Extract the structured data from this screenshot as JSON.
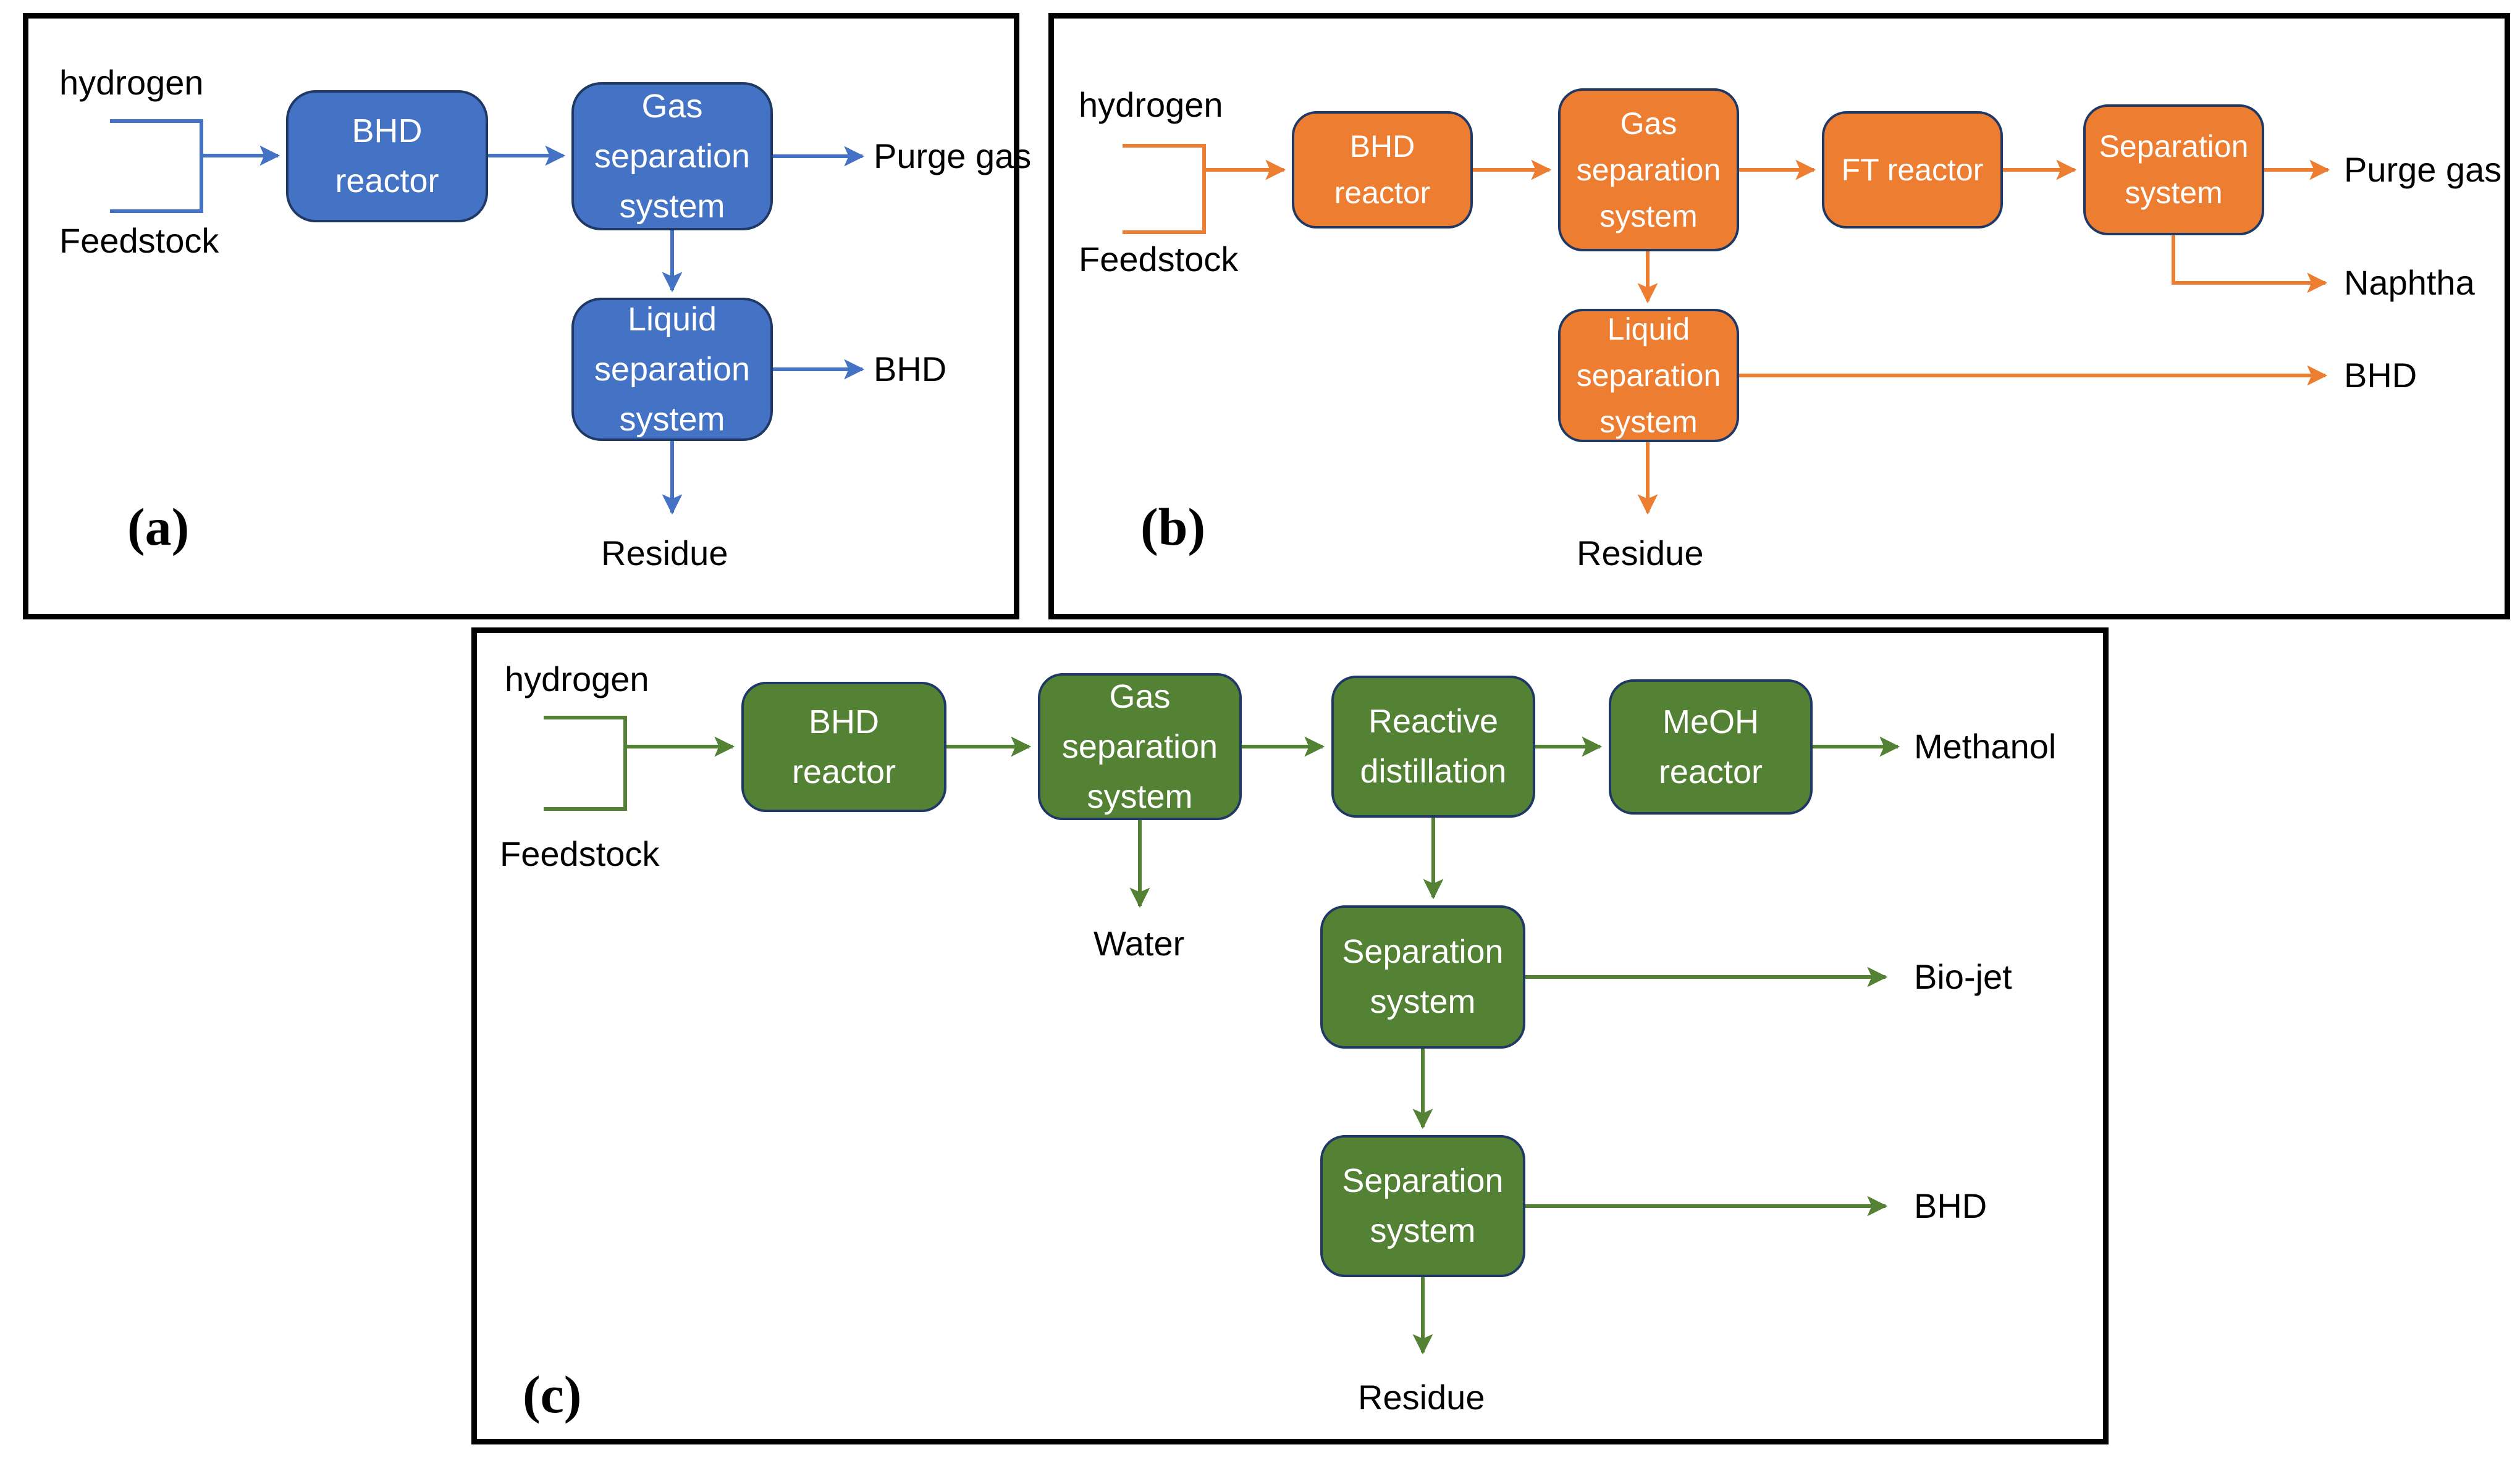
{
  "colors": {
    "accent-a": "#4472c4",
    "accent-b": "#ed7d31",
    "accent-c": "#548235",
    "box-border": "#1f3864",
    "panel-border": "#000000"
  },
  "panel_a": {
    "label": "(a)",
    "inputs": {
      "hydrogen": "hydrogen",
      "feedstock": "Feedstock"
    },
    "boxes": {
      "reactor": {
        "lines": [
          "BHD",
          "reactor"
        ]
      },
      "gas_sep": {
        "lines": [
          "Gas",
          "separation",
          "system"
        ]
      },
      "liquid_sep": {
        "lines": [
          "Liquid",
          "separation",
          "system"
        ]
      }
    },
    "outputs": {
      "purge_gas": "Purge gas",
      "bhd": "BHD",
      "residue": "Residue"
    }
  },
  "panel_b": {
    "label": "(b)",
    "inputs": {
      "hydrogen": "hydrogen",
      "feedstock": "Feedstock"
    },
    "boxes": {
      "reactor": {
        "lines": [
          "BHD",
          "reactor"
        ]
      },
      "gas_sep": {
        "lines": [
          "Gas",
          "separation",
          "system"
        ]
      },
      "ft_reactor": {
        "lines": [
          "FT reactor"
        ]
      },
      "sep": {
        "lines": [
          "Separation",
          "system"
        ]
      },
      "liquid_sep": {
        "lines": [
          "Liquid",
          "separation",
          "system"
        ]
      }
    },
    "outputs": {
      "purge_gas": "Purge gas",
      "naphtha": "Naphtha",
      "bhd": "BHD",
      "residue": "Residue"
    }
  },
  "panel_c": {
    "label": "(c)",
    "inputs": {
      "hydrogen": "hydrogen",
      "feedstock": "Feedstock"
    },
    "boxes": {
      "reactor": {
        "lines": [
          "BHD",
          "reactor"
        ]
      },
      "gas_sep": {
        "lines": [
          "Gas",
          "separation",
          "system"
        ]
      },
      "reactive_dist": {
        "lines": [
          "Reactive",
          "distillation"
        ]
      },
      "meoh_reactor": {
        "lines": [
          "MeOH",
          "reactor"
        ]
      },
      "sep1": {
        "lines": [
          "Separation",
          "system"
        ]
      },
      "sep2": {
        "lines": [
          "Separation",
          "system"
        ]
      }
    },
    "outputs": {
      "methanol": "Methanol",
      "water": "Water",
      "biojet": "Bio-jet",
      "bhd": "BHD",
      "residue": "Residue"
    }
  }
}
